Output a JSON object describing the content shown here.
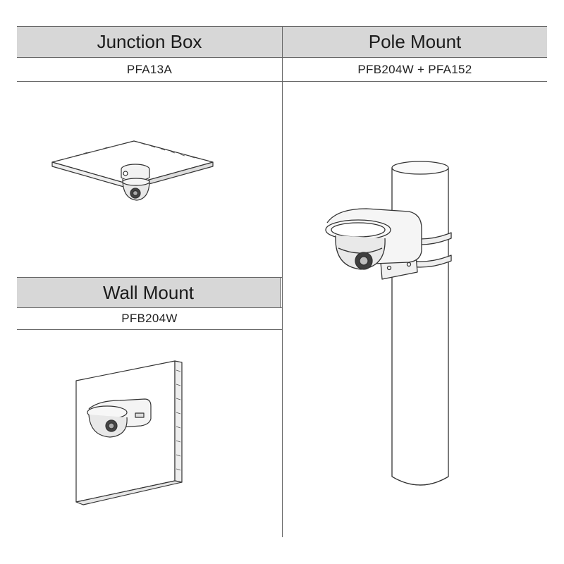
{
  "panels": {
    "junction_box": {
      "title": "Junction Box",
      "model": "PFA13A"
    },
    "pole_mount": {
      "title": "Pole Mount",
      "model": "PFB204W + PFA152"
    },
    "wall_mount": {
      "title": "Wall Mount",
      "model": "PFB204W"
    }
  },
  "colors": {
    "header_bg": "#d7d7d7",
    "line": "#666666",
    "drawing_stroke": "#333333"
  }
}
